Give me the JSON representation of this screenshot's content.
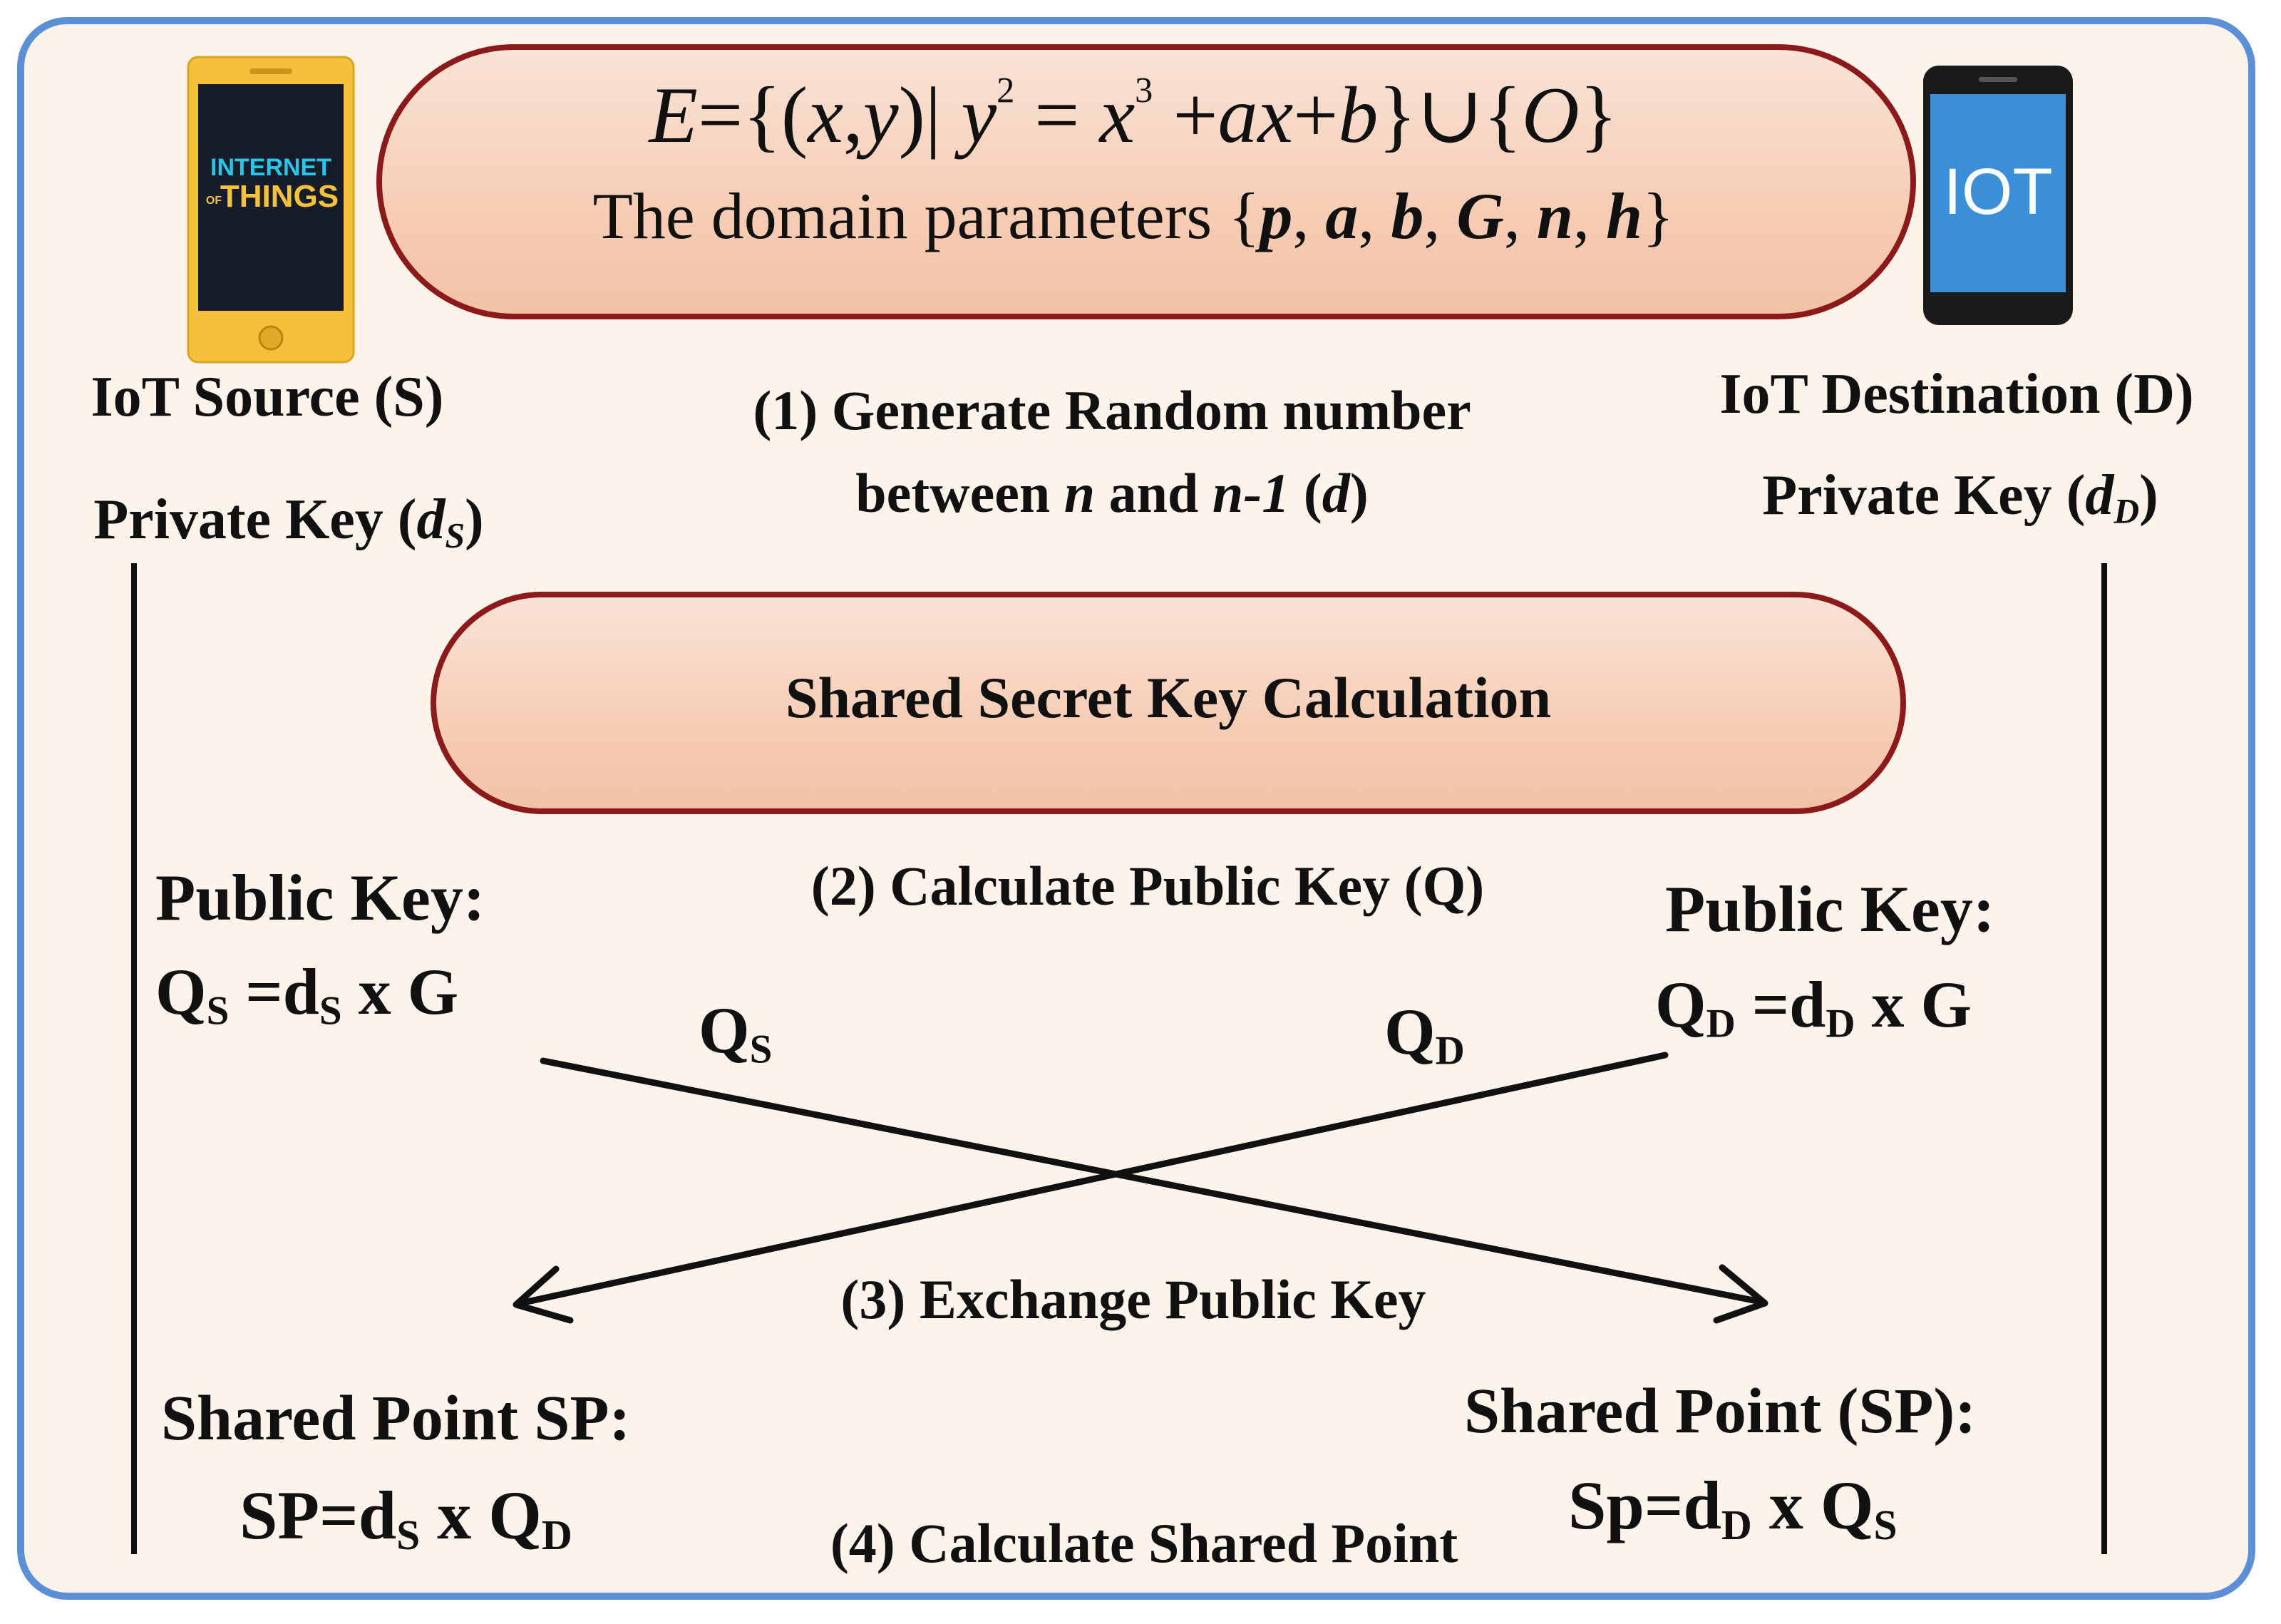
{
  "equation": {
    "lhs": "E",
    "eq": "=",
    "set_open": "{(",
    "x": "x",
    "comma": ",",
    "y": "y",
    "set_mid": ")|",
    "y2": "y",
    "p2": "2",
    "eq2": "=",
    "x3": "x",
    "p3": "3",
    "plus1": "+",
    "ax": "ax",
    "plus2": "+",
    "b": "b",
    "set_close": "}",
    "union": "∪",
    "o_open": "{",
    "o": "O",
    "o_close": "}"
  },
  "params": {
    "prefix": "The domain parameters ",
    "open": "{",
    "p": "p",
    "a": "a",
    "b": "b",
    "G": "G",
    "n": "n",
    "h": "h",
    "sep": ", ",
    "close": "}"
  },
  "source": {
    "device_line1": "INTERNET",
    "device_of": "OF",
    "device_line2": "THINGS",
    "title": "IoT Source (S)",
    "private_key_prefix": "Private Key (",
    "private_key_sym": "d",
    "private_key_sub": "S",
    "private_key_suffix": ")"
  },
  "destination": {
    "device_text": "IOT",
    "title": "IoT Destination (D)",
    "private_key_prefix": "Private Key (",
    "private_key_sym": "d",
    "private_key_sub": "D",
    "private_key_suffix": ")"
  },
  "step1": {
    "line1": "(1) Generate Random number",
    "l2_a": "between ",
    "l2_n": "n",
    "l2_b": " and ",
    "l2_n1": "n-1",
    "l2_c": " (",
    "l2_d": "d",
    "l2_e": ")"
  },
  "shared_box": "Shared Secret Key Calculation",
  "step2": "(2) Calculate Public Key (Q)",
  "step3": "(3) Exchange Public Key",
  "step4": "(4) Calculate Shared Point",
  "left_public": {
    "label": "Public Key:",
    "q": "Q",
    "q_sub": "S",
    "eq": " =d",
    "d_sub": "S",
    "rest": " x G"
  },
  "right_public": {
    "label": "Public Key:",
    "q": "Q",
    "q_sub": "D",
    "eq": " =d",
    "d_sub": "D",
    "rest": " x G"
  },
  "arrow_labels": {
    "qs": "Q",
    "qs_sub": "S",
    "qd": "Q",
    "qd_sub": "D"
  },
  "left_shared": {
    "label": "Shared Point SP:",
    "f1": "SP=d",
    "s1": "S",
    "f2": " x Q",
    "s2": "D"
  },
  "right_shared": {
    "label": "Shared Point (SP):",
    "f1": "Sp=d",
    "s1": "D",
    "f2": " x Q",
    "s2": "S"
  },
  "colors": {
    "frame_border": "#5b8fd6",
    "background": "#fcf3ea",
    "pill_border": "#8d1a1a",
    "pill_fill": "#f6cdb5"
  }
}
